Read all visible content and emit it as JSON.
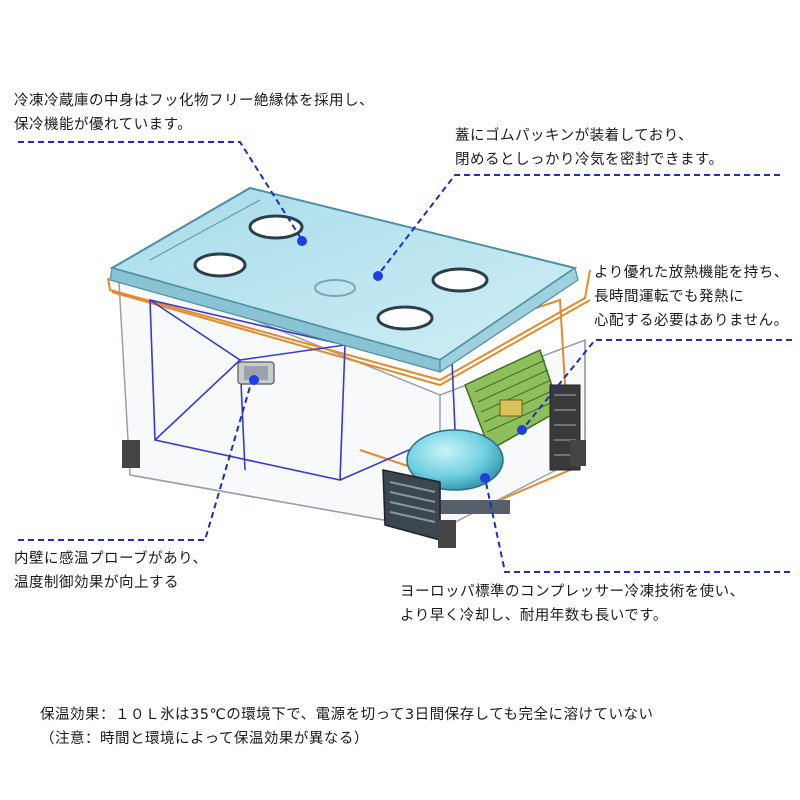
{
  "annotations": {
    "inner_body": [
      "冷凍冷蔵庫の中身はフッ化物フリー絶縁体を採用し、",
      "保冷機能が優れています。"
    ],
    "lid_gasket": [
      "蓋にゴムパッキンが装着しており、",
      "閉めるとしっかり冷気を密封できます。"
    ],
    "heat_dissipation": [
      "より優れた放熱機能を持ち、",
      "長時間運転でも発熱に",
      "心配する必要はありません。"
    ],
    "temp_probe": [
      "内壁に感温プローブがあり、",
      "温度制御効果が向上する"
    ],
    "compressor": [
      "ヨーロッパ標準のコンプレッサー冷凍技術を使い、",
      "より早く冷却し、耐用年数も長いです。"
    ]
  },
  "footer": {
    "line1": "保温効果：１０Ｌ氷は35℃の環境下で、電源を切って3日間保存しても完全に溶けていない",
    "line2": "（注意：時間と環境によって保温効果が異なる）"
  },
  "colors": {
    "leader_line": "#1c2fb8",
    "dot": "#1f3fe0",
    "lid": "#7fc3d6",
    "frame_orange": "#e58a2a",
    "inner_blue": "#3a3ad0",
    "pcb_green": "#6aa23a",
    "compressor_cyan": "#6fd0e0"
  },
  "icons": [
    "fridge-illustration",
    "compressor-icon",
    "fan-grille-icon",
    "circuit-board-icon",
    "lid-vent-icon"
  ]
}
